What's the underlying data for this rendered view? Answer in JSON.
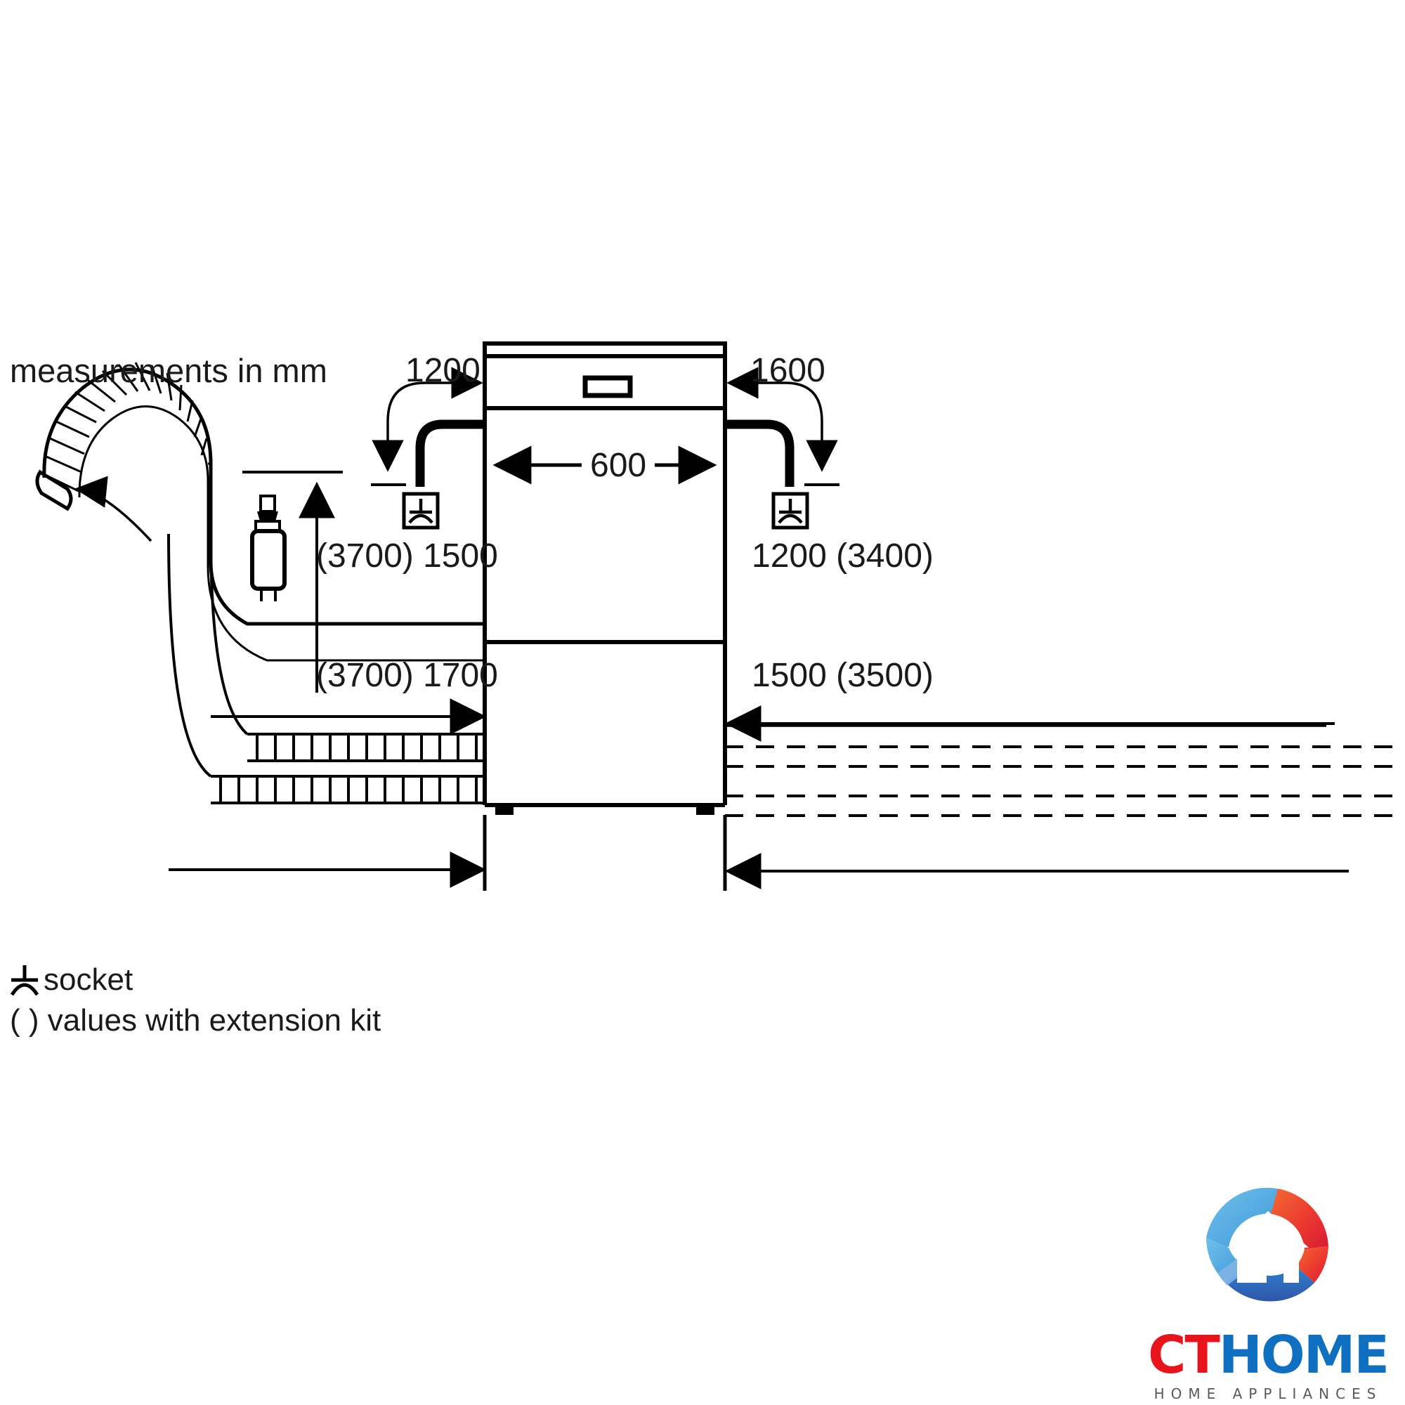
{
  "diagram": {
    "title_note": "measurements in mm",
    "legend": {
      "socket_label": "socket",
      "socket_icon": "socket-symbol-icon",
      "extension_label": "( ) values with extension kit"
    },
    "dimensions": {
      "left_top": "1200",
      "right_top": "1600",
      "width": "600",
      "left_mid": "(3700) 1500",
      "right_mid": "1200 (3400)",
      "left_bottom": "(3700) 1700",
      "right_bottom": "1500 (3500)"
    },
    "components": {
      "appliance": "dishwasher-front-view",
      "drain_hose": "corrugated-drain-hose",
      "aquastop_valve": "aquastop-valve",
      "left_socket": "socket-box-left",
      "right_socket": "socket-box-right",
      "door_handle": "door-handle",
      "supply_lines": "water-supply-lines-dashed"
    },
    "colors": {
      "line": "#000000",
      "background": "#ffffff",
      "text": "#1a1a1a"
    }
  },
  "branding": {
    "brand_ct": "CT",
    "brand_home": "HOME",
    "tagline": "HOME APPLIANCES",
    "color_ct": "#e8141c",
    "color_home": "#0f6fc0",
    "color_tagline": "#595959"
  }
}
